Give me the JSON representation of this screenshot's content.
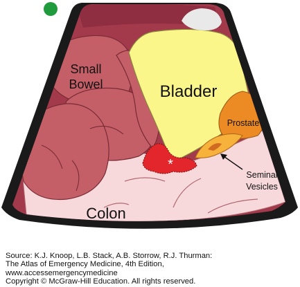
{
  "diagram": {
    "labels": {
      "small_bowel_line1": "Small",
      "small_bowel_line2": "Bowel",
      "bladder": "Bladder",
      "prostate": "Prostate",
      "seminal_line1": "Seminal",
      "seminal_line2": "Vesicles",
      "colon": "Colon",
      "asterisk": "*"
    },
    "colors": {
      "sector_background": "#1a1a1a",
      "pelvic_wall": "#a33a4c",
      "colon_tissue": "#f7d9dc",
      "small_bowel": "#c45f67",
      "bladder": "#fbf689",
      "prostate": "#ec8a24",
      "seminal_vesicles": "#f7b23c",
      "fluid": "#e3262b",
      "probe_dot": "#1f9a3c"
    }
  },
  "source": {
    "line1": "Source: K.J. Knoop, L.B. Stack, A.B. Storrow, R.J. Thurman:",
    "line2": "The Atlas of Emergency Medicine, 4th Edition,",
    "line3": "www.accessemergencymedicine",
    "line4": "Copyright © McGraw-Hill Education. All rights reserved."
  }
}
